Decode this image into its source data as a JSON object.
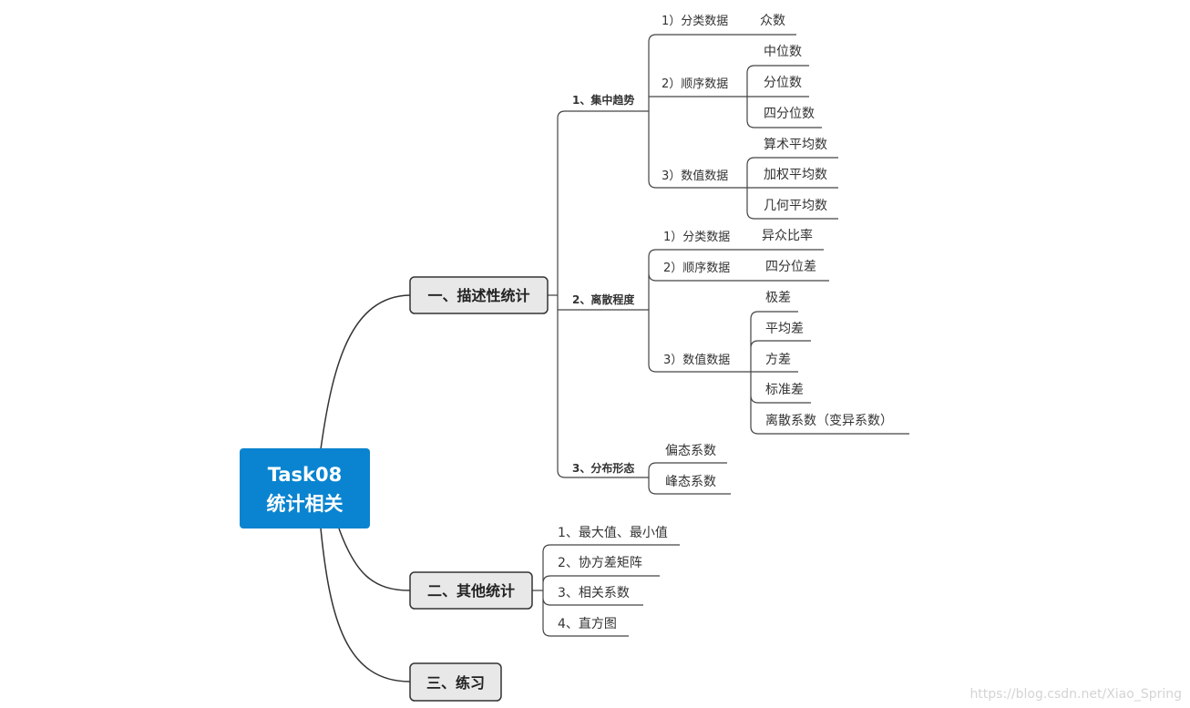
{
  "root": {
    "line1": "Task08",
    "line2": "统计相关",
    "color": "#0a84d0"
  },
  "branch1": {
    "title": "一、描述性统计",
    "group1": {
      "title": "1、集中趋势",
      "sub1": {
        "title": "1）分类数据",
        "items": [
          "众数"
        ]
      },
      "sub2": {
        "title": "2）顺序数据",
        "items": [
          "中位数",
          "分位数",
          "四分位数"
        ]
      },
      "sub3": {
        "title": "3）数值数据",
        "items": [
          "算术平均数",
          "加权平均数",
          "几何平均数"
        ]
      }
    },
    "group2": {
      "title": "2、离散程度",
      "sub1": {
        "title": "1）分类数据",
        "items": [
          "异众比率"
        ]
      },
      "sub2": {
        "title": "2）顺序数据",
        "items": [
          "四分位差"
        ]
      },
      "sub3": {
        "title": "3）数值数据",
        "items": [
          "极差",
          "平均差",
          "方差",
          "标准差",
          "离散系数（变异系数）"
        ]
      }
    },
    "group3": {
      "title": "3、分布形态",
      "items": [
        "偏态系数",
        "峰态系数"
      ]
    }
  },
  "branch2": {
    "title": "二、其他统计",
    "items": [
      "1、最大值、最小值",
      "2、协方差矩阵",
      "3、相关系数",
      "4、直方图"
    ]
  },
  "branch3": {
    "title": "三、练习"
  },
  "watermark": "https://blog.csdn.net/Xiao_Spring",
  "colors": {
    "topic_fill": "#e8e8e8",
    "topic_border": "#333333",
    "line": "#444444"
  }
}
